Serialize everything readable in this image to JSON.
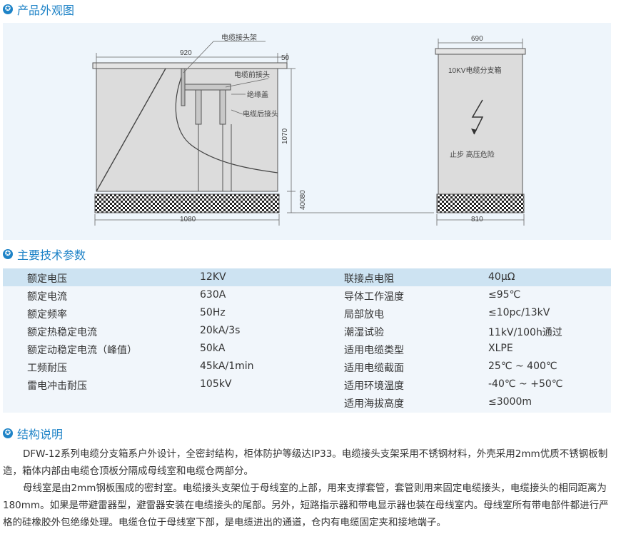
{
  "sections": {
    "appearance": {
      "title": "产品外观图"
    },
    "params": {
      "title": "主要技术参数"
    },
    "structure": {
      "title": "结构说明"
    }
  },
  "diagram": {
    "left": {
      "dim_top_width": "920",
      "dim_top_extra": "50",
      "dim_height": "1070",
      "dim_base": "40080",
      "dim_bottom": "1080",
      "labels": {
        "bracket": "电缆接头架",
        "front_joint": "电缆前接头",
        "cover": "绝缘盖",
        "rear_joint": "电缆后接头"
      }
    },
    "right": {
      "dim_top": "690",
      "dim_bottom": "810",
      "title": "10KV电缆分支箱",
      "warning": "止步 高压危险",
      "lightning_icon": "lightning-bolt-icon"
    }
  },
  "parameters": [
    [
      "额定电压",
      "12KV",
      "联接点电阻",
      "40μΩ"
    ],
    [
      "额定电流",
      "630A",
      "导体工作温度",
      "≤95℃"
    ],
    [
      "额定频率",
      "50Hz",
      "局部放电",
      "≤10pc/13kV"
    ],
    [
      "额定热稳定电流",
      "20kA/3s",
      "潮湿试验",
      "11kV/100h通过"
    ],
    [
      "额定动稳定电流（峰值）",
      "50kA",
      "适用电缆类型",
      "XLPE"
    ],
    [
      "工频耐压",
      "45kA/1min",
      "适用电缆截面",
      "25℃ ~ 400℃"
    ],
    [
      "雷电冲击耐压",
      "105kV",
      "适用环境温度",
      "-40℃ ~ +50℃"
    ],
    [
      "",
      "",
      "适用海拔高度",
      "≤3000m"
    ]
  ],
  "description": [
    "DFW-12系列电缆分支箱系户外设计，全密封结构，柜体防护等级达IP33。电缆接头支架采用不锈钢材料，外壳采用2mm优质不锈钢板制造，箱体内部由电缆仓顶板分隔成母线室和电缆仓两部分。",
    "母线室是由2mm钢板围成的密封室。电缆接头支架位于母线室的上部，用来支撑套管，套管则用来固定电缆接头，电缆接头的相同距离为180mm。如果是带避雷器型，避雷器安装在电缆接头的尾部。另外，短路指示器和带电显示器也装在母线室内。母线室所有带电部件都进行严格的硅橡胶外包绝缘处理。电缆仓位于母线室下部，是电缆进出的通道，仓内有电缆固定夹和接地端子。"
  ],
  "colors": {
    "accent": "#1e83c7",
    "header_row": "#cde3f2",
    "panel": "#eef5fb"
  }
}
